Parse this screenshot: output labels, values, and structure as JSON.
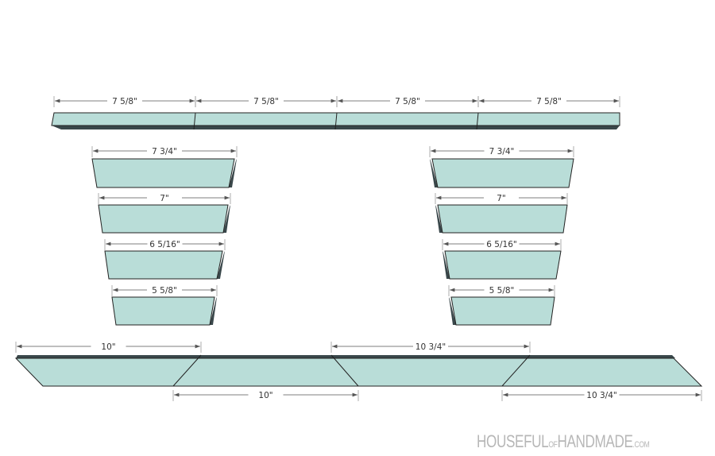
{
  "colors": {
    "board_face": "#b9ddd8",
    "board_edge": "#39474a",
    "dimension": "#555555",
    "logo": "#b7b7b7"
  },
  "top_rail": {
    "dimensions": [
      "7 5/8\"",
      "7 5/8\"",
      "7 5/8\"",
      "7 5/8\""
    ]
  },
  "left_stack": {
    "dimensions": [
      "7 3/4\"",
      "7\"",
      "6 5/16\"",
      "5 5/8\""
    ]
  },
  "right_stack": {
    "dimensions": [
      "7 3/4\"",
      "7\"",
      "6 5/16\"",
      "5 5/8\""
    ]
  },
  "bottom_board": {
    "top_dimensions": [
      "10\"",
      "10 3/4\""
    ],
    "bottom_dimensions": [
      "10\"",
      "10 3/4\""
    ]
  },
  "logo": {
    "main1": "HOUSEFUL",
    "of": "OF",
    "main2": "HANDMADE",
    "com": ".COM"
  }
}
